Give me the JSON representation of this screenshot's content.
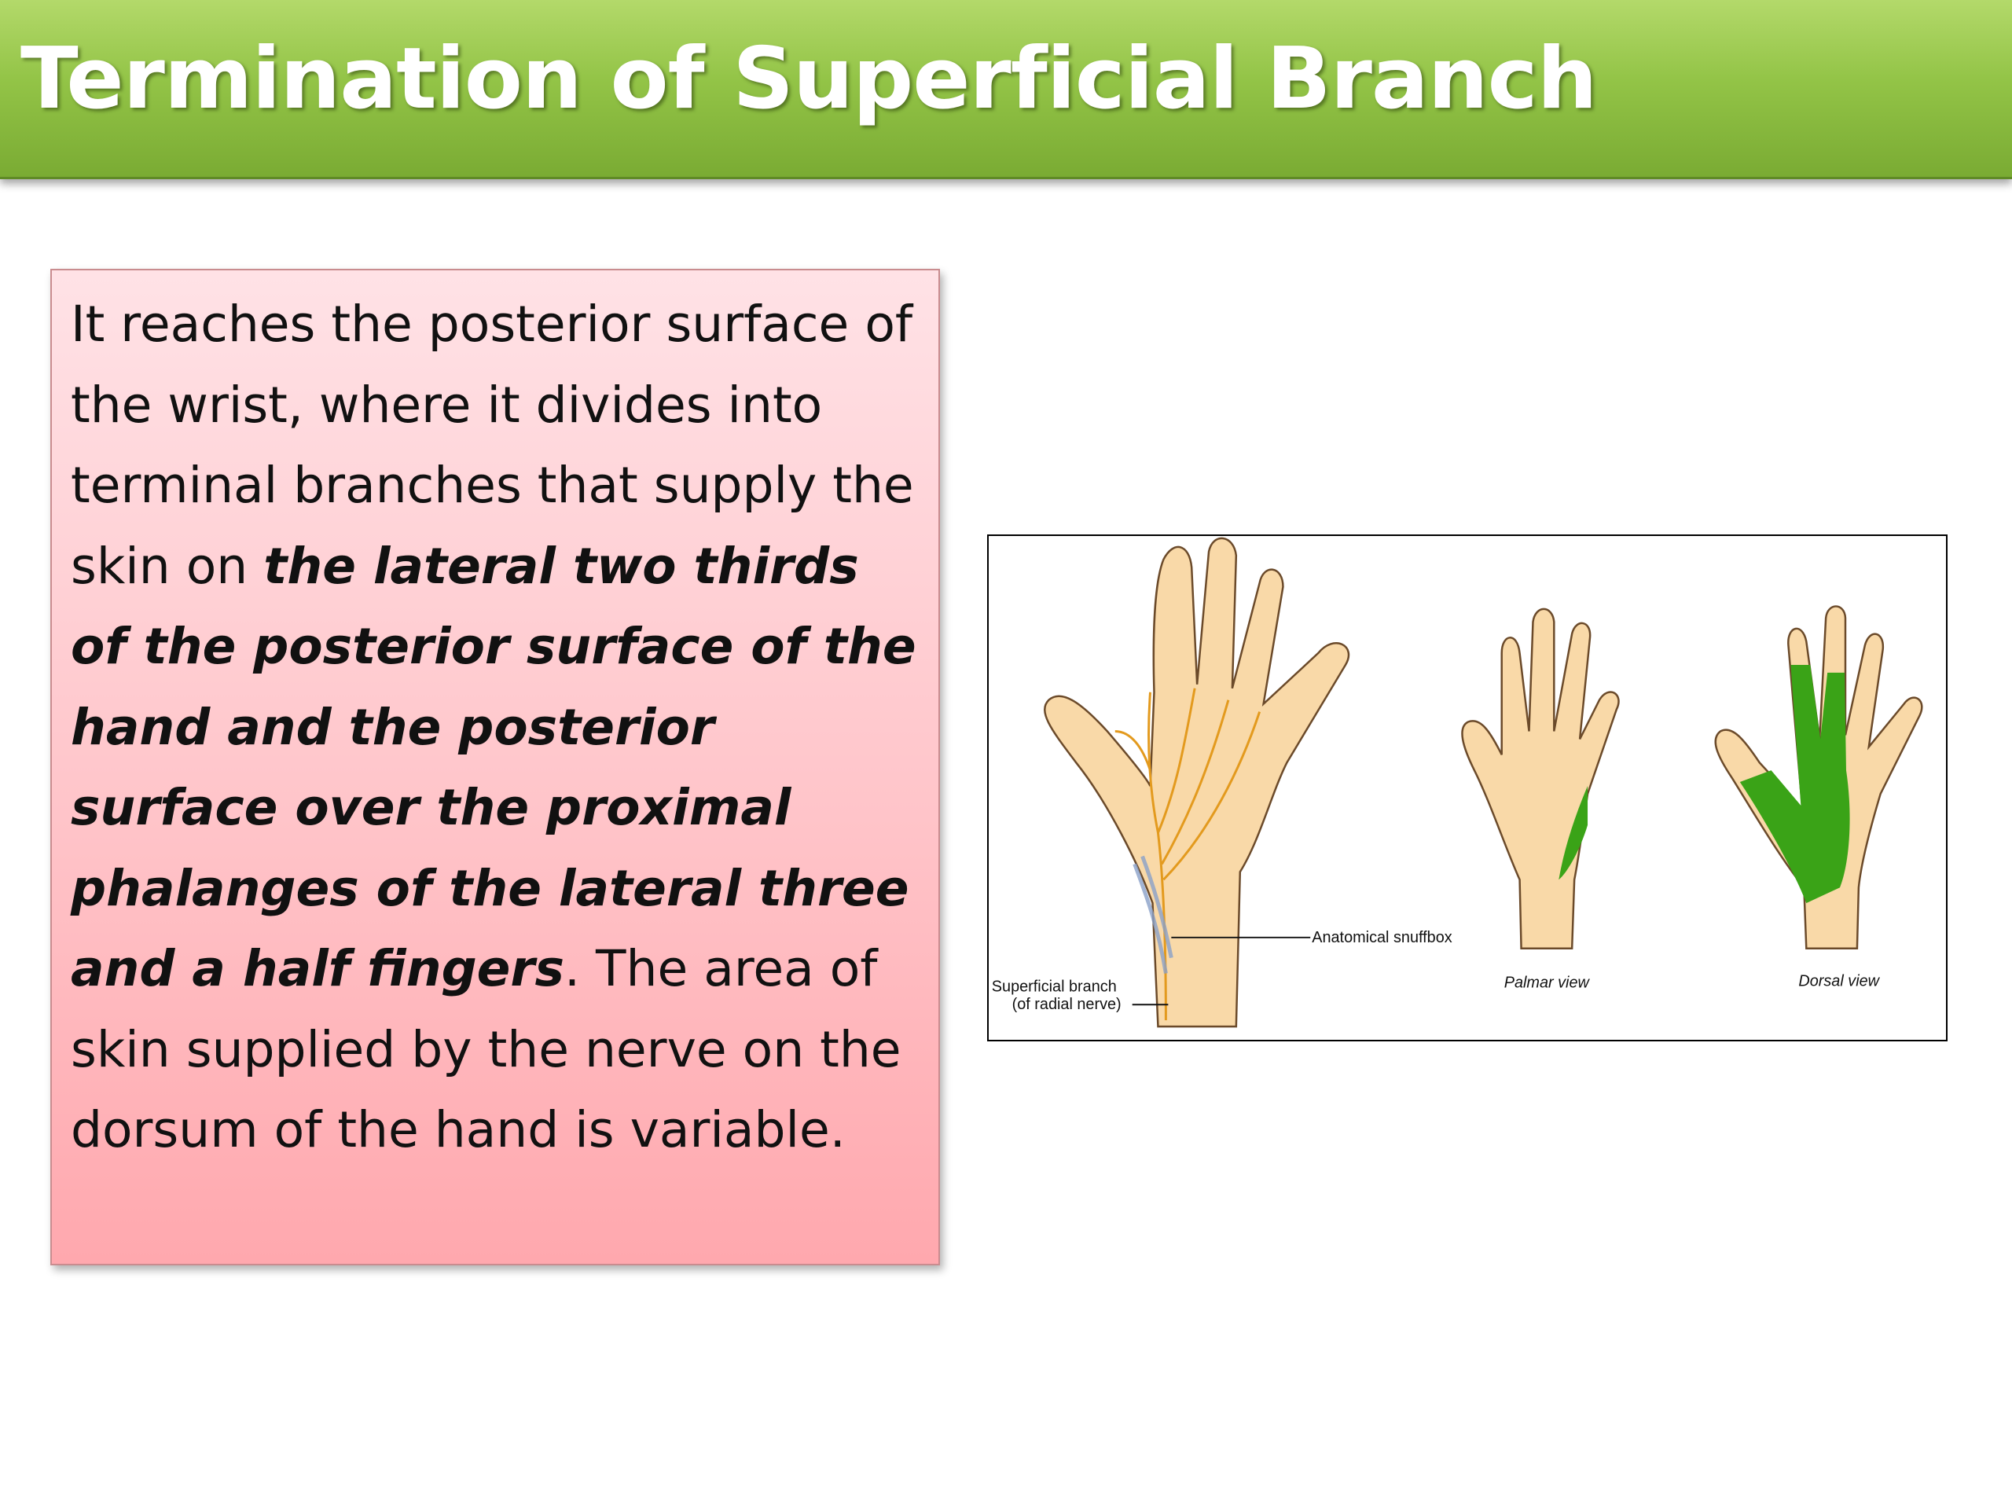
{
  "slide": {
    "title": "Termination of Superficial Branch"
  },
  "textbox": {
    "part1": "It reaches the posterior surface of the wrist, where it divides into terminal branches that supply the skin on ",
    "emphasis": "the lateral two thirds of the posterior surface of the hand and the posterior surface over the proximal phalanges of the lateral three and a half fingers",
    "part2": ". The area of skin supplied by the nerve on the dorsum of the hand is variable."
  },
  "figure": {
    "labels": {
      "snuffbox": "Anatomical snuffbox",
      "superficial_branch_line1": "Superficial branch",
      "superficial_branch_line2": "(of radial nerve)",
      "palmar_view": "Palmar view",
      "dorsal_view": "Dorsal view"
    },
    "colors": {
      "skin": "#f9d9a8",
      "skin_outline": "#6b4a2a",
      "nerve": "#e39a1e",
      "supplied_area": "#3aa317"
    }
  }
}
